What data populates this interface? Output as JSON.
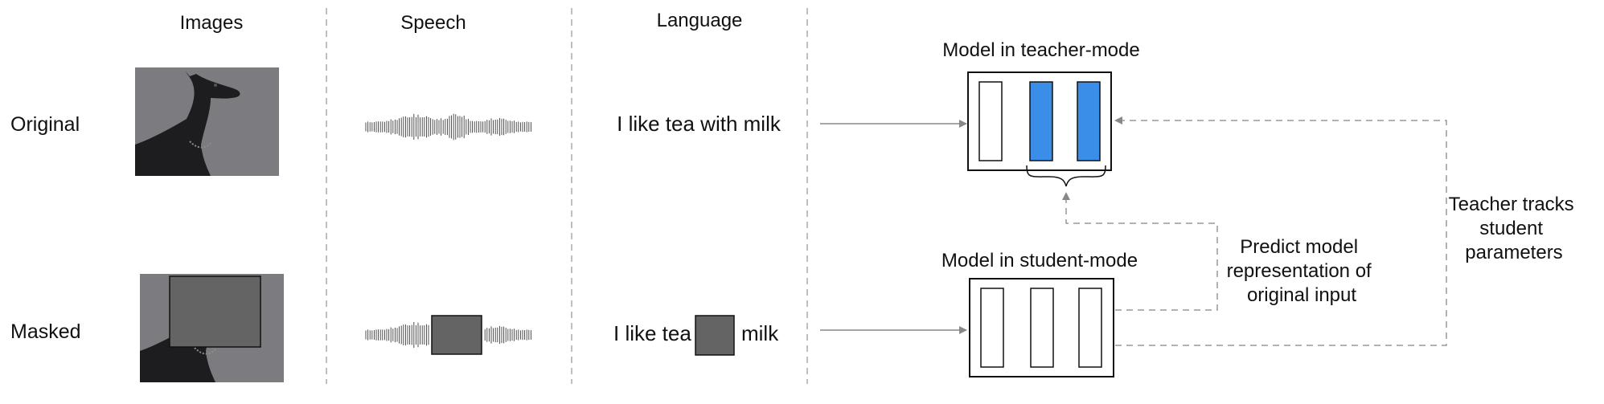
{
  "columns": {
    "images": "Images",
    "speech": "Speech",
    "language": "Language"
  },
  "rows": {
    "original": "Original",
    "masked": "Masked"
  },
  "language": {
    "original_sentence": "I like tea with milk",
    "masked_before": "I like tea",
    "masked_after": "milk"
  },
  "models": {
    "teacher_title": "Model in teacher-mode",
    "student_title": "Model in student-mode"
  },
  "notes": {
    "predict": [
      "Predict model",
      "representation of",
      "original input"
    ],
    "tracks": [
      "Teacher tracks",
      "student",
      "parameters"
    ]
  },
  "icons": {
    "original_image": "dog-photo-icon",
    "masked_image": "masked-dog-photo-icon",
    "waveform": "waveform-icon",
    "mask_block": "mask-block-icon"
  },
  "colors": {
    "highlight": "#3b8ee8",
    "mask": "#646464",
    "photo_bg": "#7c7c80",
    "dog": "#1d1d1f",
    "line": "#999999",
    "stroke": "#111111"
  }
}
